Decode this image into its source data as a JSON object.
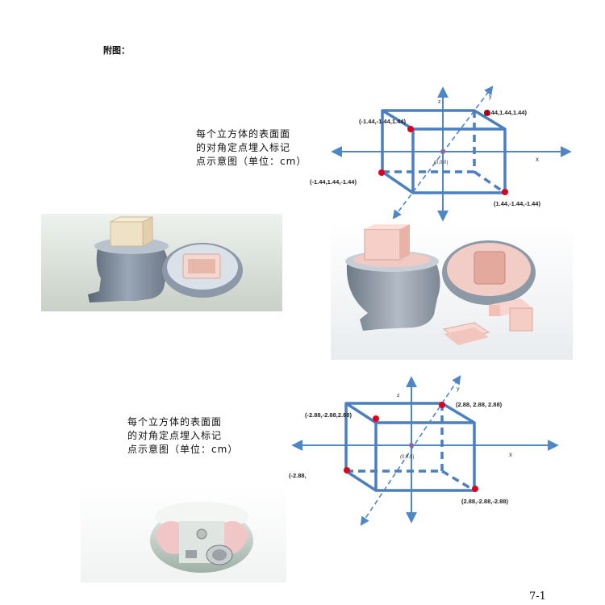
{
  "heading": "附图：",
  "figure1": {
    "caption_lines": [
      "每个立方体的表面面",
      "的对角定点埋入标记",
      "点示意图（单位：cm）"
    ],
    "axis_x": "x",
    "axis_y": "y",
    "axis_z": "z",
    "origin": "(0,0,0)",
    "pt_top_left": "(-1.44,-1.44,1.44)",
    "pt_top_right": "(1.44,1.44,1.44)",
    "pt_bottom_left": "(-1.44,1.44,-1.44)",
    "pt_bottom_right": "(1.44,-1.44,-1.44)"
  },
  "figure2": {
    "caption_lines": [
      "每个立方体的表面面",
      "的对角定点埋入标记",
      "点示意图（单位：cm）"
    ],
    "axis_x": "x",
    "axis_y": "y",
    "axis_z": "z",
    "origin": "(0,0,0)",
    "pt_top_left": "(-2.88,-2.88,2.88)",
    "pt_top_right": "(2.88, 2.88, 2.88)",
    "pt_bottom_left": "(-2.88,",
    "pt_bottom_right": "(2.88,-2.88,-2.88)"
  },
  "page_number": "7-1",
  "colors": {
    "cube_blue": "#4a7fc0",
    "axis_blue": "#4f86c6",
    "marker_red": "#e0001b",
    "phantom_grey": "#7d8a99",
    "insert_pink": "#f3c9c3"
  }
}
